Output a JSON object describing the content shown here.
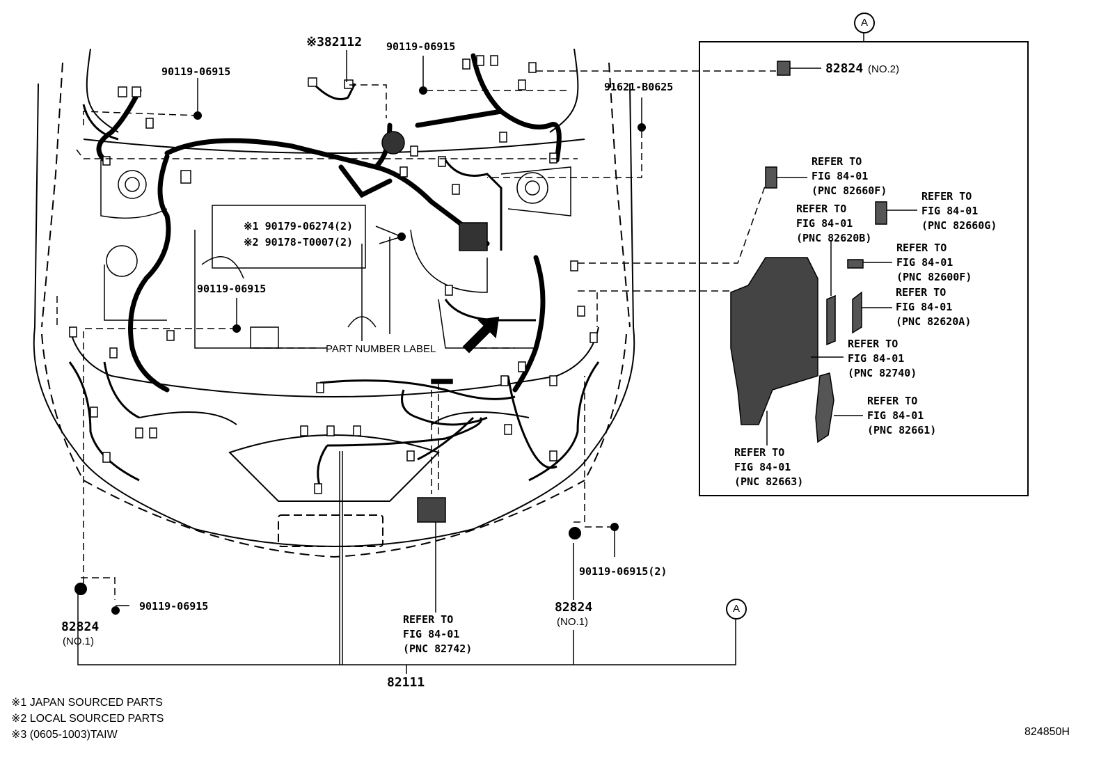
{
  "diagram": {
    "code": "824850H",
    "callouts": {
      "p82112": "※382112",
      "p90119_a": "90119-06915",
      "p90119_b": "90119-06915",
      "p90119_c": "90119-06915",
      "p90119_d": "90119-06915",
      "p90119_e": "90119-06915(2)",
      "p91621": "91621-B0625",
      "p90179": "※1 90179-06274(2)",
      "p90178": "※2 90178-T0007(2)",
      "part_label": "PART NUMBER LABEL",
      "p82824_no2": "82824",
      "p82824_no2_suffix": "(NO.2)",
      "p82824_left": "82824",
      "p82824_left_suffix": "(NO.1)",
      "p82824_right": "82824",
      "p82824_right_suffix": "(NO.1)",
      "p82111": "82111",
      "circle_a_top": "A",
      "circle_a_bottom": "A"
    },
    "refs": [
      {
        "line1": "REFER TO",
        "line2": "FIG 84-01",
        "line3": "(PNC 82660F)"
      },
      {
        "line1": "REFER TO",
        "line2": "FIG 84-01",
        "line3": "(PNC 82660G)"
      },
      {
        "line1": "REFER TO",
        "line2": "FIG 84-01",
        "line3": "(PNC 82620B)"
      },
      {
        "line1": "REFER TO",
        "line2": "FIG 84-01",
        "line3": "(PNC 82600F)"
      },
      {
        "line1": "REFER TO",
        "line2": "FIG 84-01",
        "line3": "(PNC 82620A)"
      },
      {
        "line1": "REFER TO",
        "line2": "FIG 84-01",
        "line3": "(PNC 82740)"
      },
      {
        "line1": "REFER TO",
        "line2": "FIG 84-01",
        "line3": "(PNC 82661)"
      },
      {
        "line1": "REFER TO",
        "line2": "FIG 84-01",
        "line3": "(PNC 82663)"
      },
      {
        "line1": "REFER TO",
        "line2": "FIG 84-01",
        "line3": "(PNC 82742)"
      }
    ],
    "notes": [
      "※1 JAPAN SOURCED PARTS",
      "※2 LOCAL SOURCED PARTS",
      "※3 (0605-1003)TAIW"
    ]
  }
}
